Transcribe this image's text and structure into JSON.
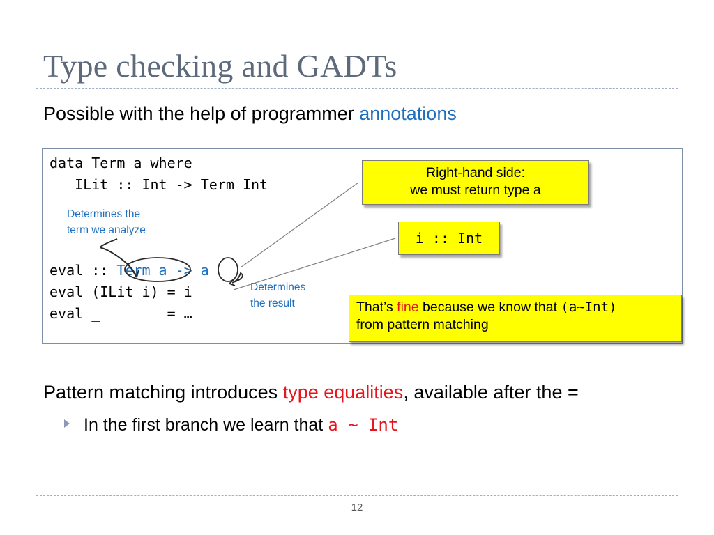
{
  "title": "Type checking and GADTs",
  "subtitle": {
    "prefix": "Possible with the help of programmer ",
    "highlight": "annotations"
  },
  "code": {
    "line1": "data Term a where",
    "line2": "   ILit :: Int -> Term Int",
    "eval_sig_prefix": "eval :: ",
    "eval_sig_term": "Term a",
    "eval_sig_arrow": " -> ",
    "eval_sig_result": "a",
    "line_eval_ilit": "eval (ILit i) = i",
    "line_eval_wild": "eval _        = …"
  },
  "annotations": {
    "term_line1": "Determines the",
    "term_line2": "term we analyze",
    "result_line1": "Determines",
    "result_line2": "the result"
  },
  "callouts": {
    "rhs_line1": "Right-hand side:",
    "rhs_line2": "we must return type a",
    "i_int": "i :: Int",
    "fine_prefix": "That’s ",
    "fine_word": "fine",
    "fine_middle": " because we know that ",
    "fine_code": "(a~Int)",
    "fine_line2": "from pattern matching"
  },
  "bottom": {
    "prefix": "Pattern matching introduces ",
    "highlight": "type equalities",
    "suffix": ", available after the =",
    "bullet_prefix": "In the first branch we learn that ",
    "bullet_code": "a ~ Int"
  },
  "page_number": "12",
  "colors": {
    "title": "#5d6a7c",
    "accent_blue": "#1f6fbf",
    "accent_red": "#e8141b",
    "callout_yellow": "#ffff00"
  }
}
